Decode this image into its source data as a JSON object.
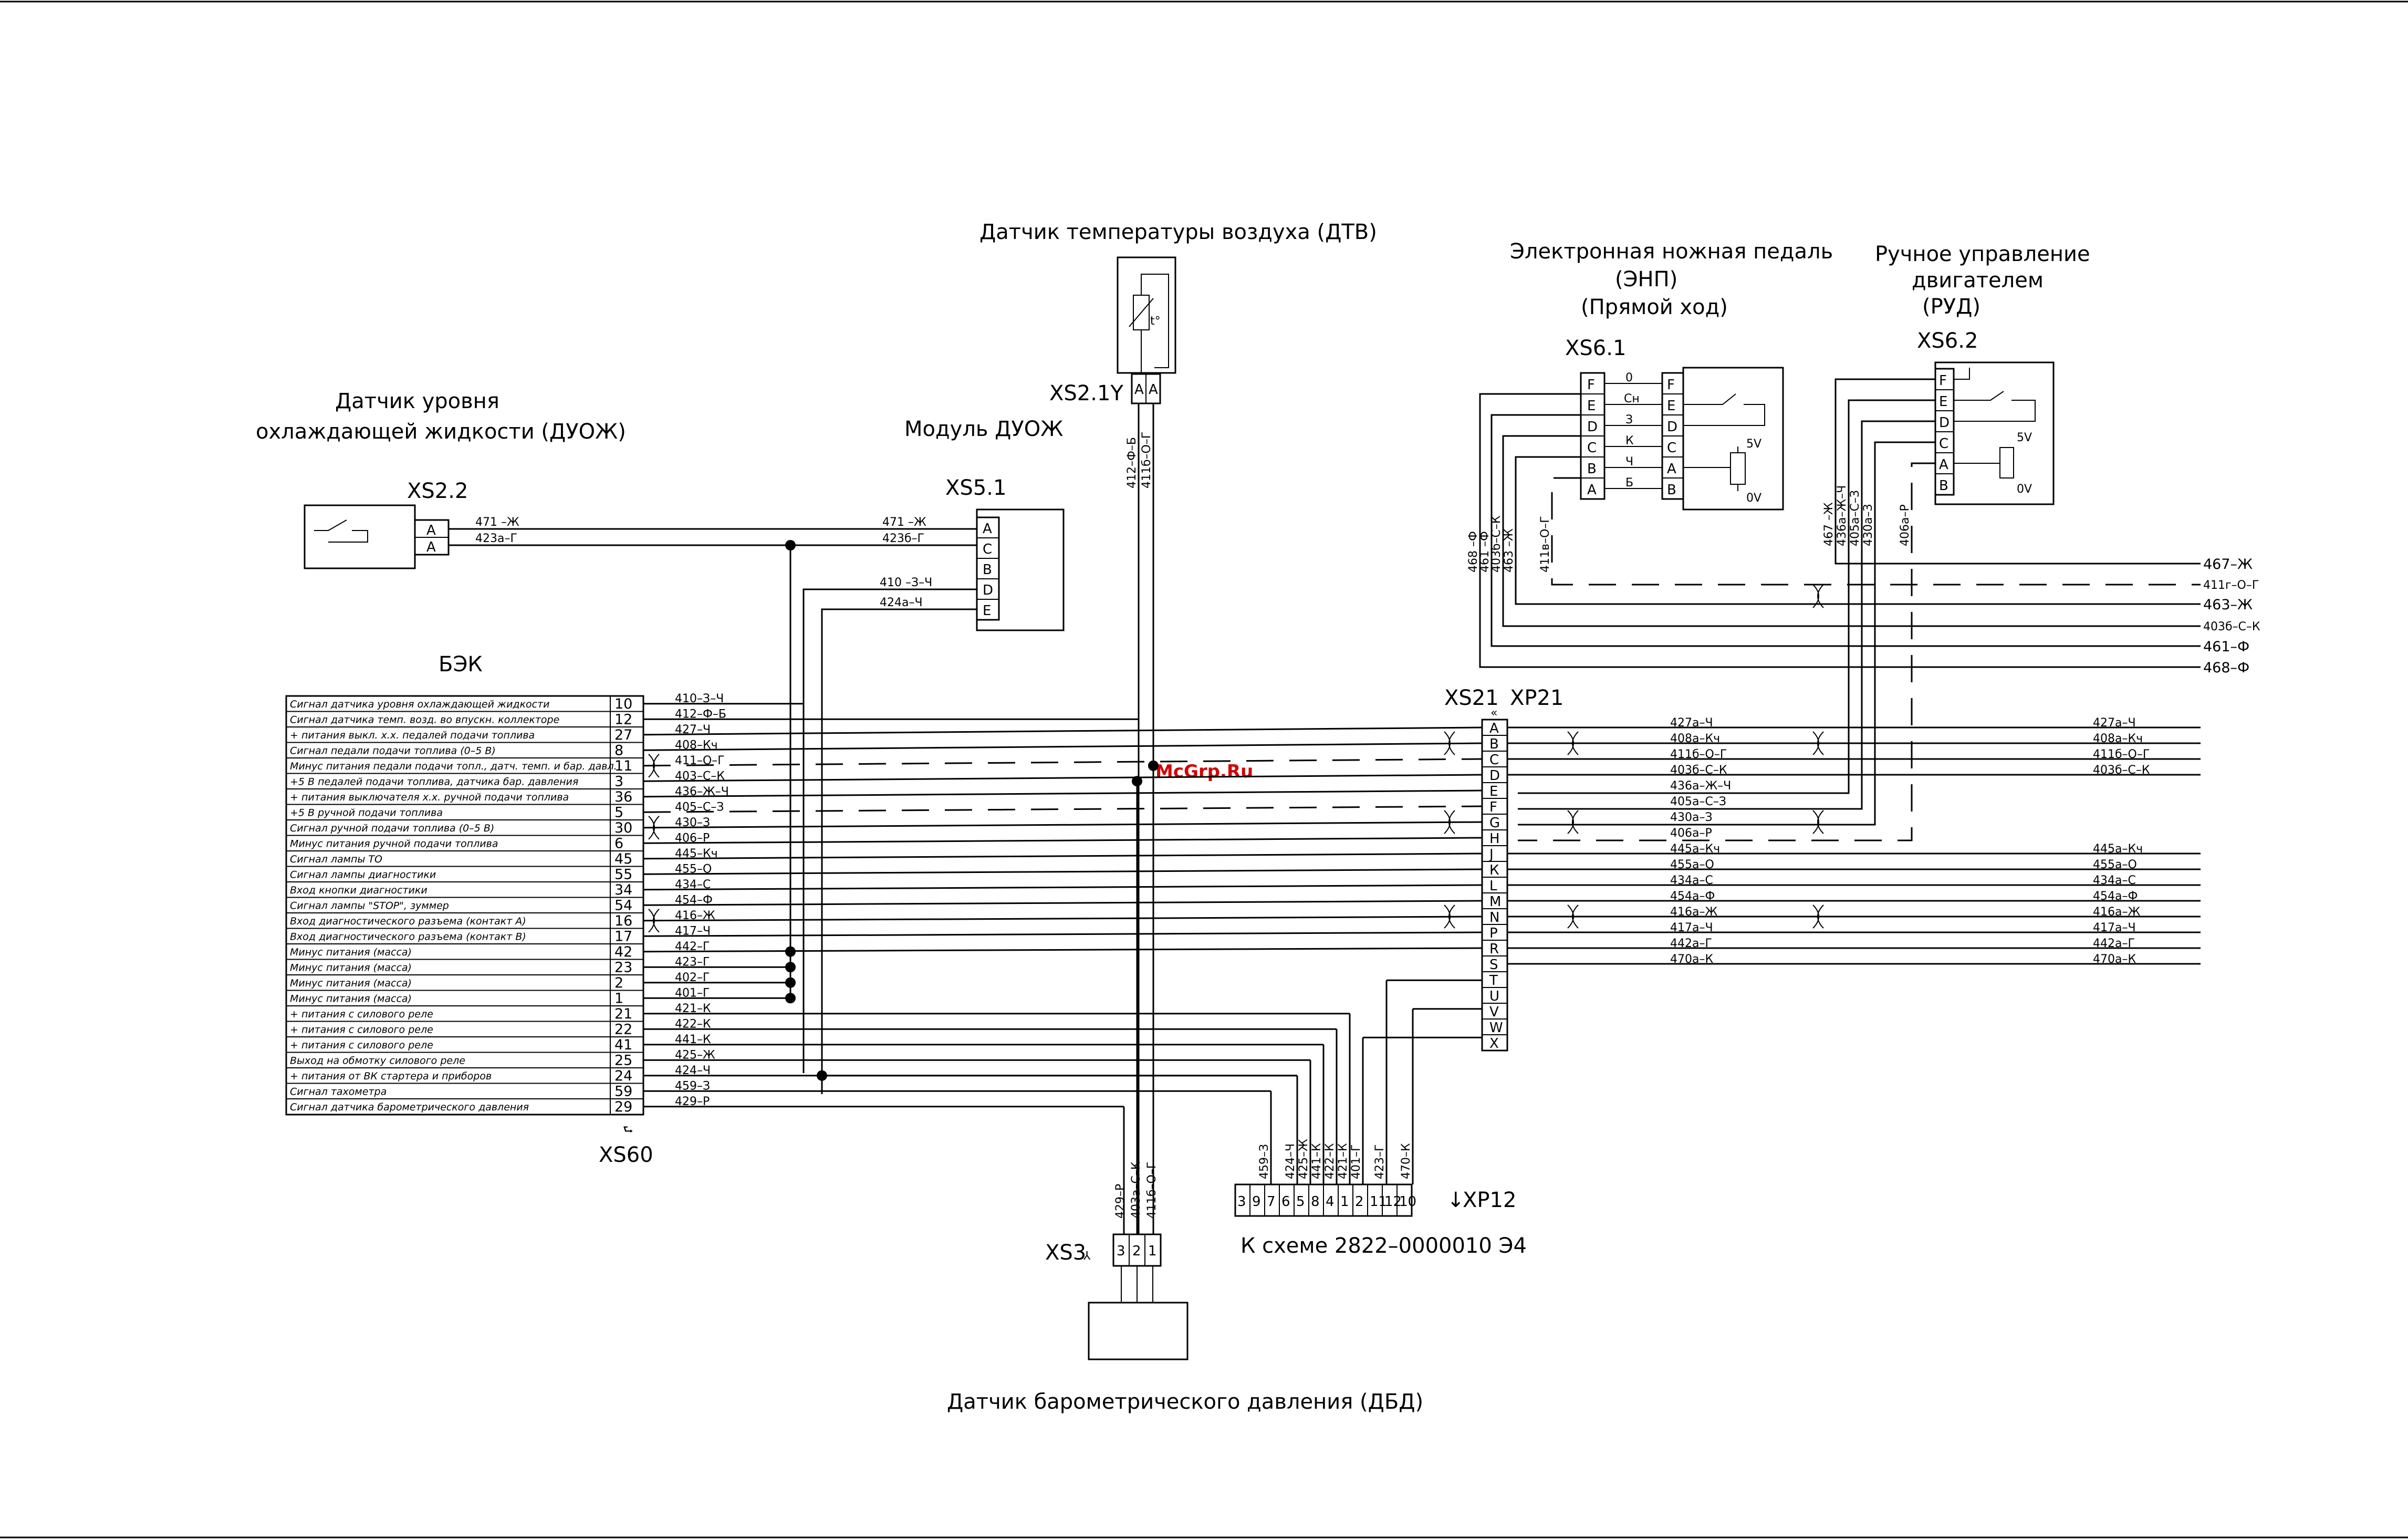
{
  "titles": {
    "dtv": "Датчик температуры воздуха (ДТВ)",
    "enp_1": "Электронная ножная педаль",
    "enp_2": "(ЭНП)",
    "enp_3": "(Прямой ход)",
    "rud_1": "Ручное управление",
    "rud_2": "двигателем",
    "rud_3": "(РУД)",
    "duozh_1": "Датчик уровня",
    "duozh_2": "охлаждающей жидкости (ДУОЖ)",
    "module": "Модуль ДУОЖ",
    "bek": "БЭК",
    "dbd": "Датчик барометрического давления (ДБД)",
    "scheme_ref": "К схеме 2822–0000010 Э4",
    "watermark": "McGrp.Ru"
  },
  "connectors": {
    "xs2_2": "XS2.2",
    "xs2_1y": "XS2.1Y",
    "xs5_1": "XS5.1",
    "xs6_1": "XS6.1",
    "xs6_2": "XS6.2",
    "xs21": "XS21",
    "xp21": "XP21",
    "xs60": "XS60",
    "xs3": "XS3",
    "xp12": "XP12"
  },
  "dtv": {
    "pins": [
      "А",
      "А"
    ],
    "sensor": "t°",
    "wires": [
      "412–Ф–Б",
      "411б–О–Г"
    ]
  },
  "duozh": {
    "pins": [
      "А",
      "А"
    ],
    "wires": [
      "471 –Ж",
      "423а–Г"
    ]
  },
  "module_duozh": {
    "pins": [
      "А",
      "С",
      "В",
      "D",
      "Е"
    ],
    "wires": [
      "471 –Ж",
      "423б–Г",
      "410 –З–Ч",
      "424а–Ч"
    ]
  },
  "enp": {
    "pins_left": [
      "F",
      "Е",
      "D",
      "С",
      "В",
      "А"
    ],
    "pins_right": [
      "F",
      "Е",
      "D",
      "С",
      "А",
      "В"
    ],
    "pin_labels": [
      "0",
      "Сн",
      "З",
      "К",
      "Ч",
      "Б"
    ],
    "vcc": "5V",
    "gnd": "0V",
    "wires": [
      "468 –Ф",
      "461 –Ф",
      "403б–С–К",
      "463 –Ж",
      "411в–О–Г"
    ]
  },
  "rud": {
    "pins": [
      "F",
      "Е",
      "D",
      "С",
      "А",
      "В"
    ],
    "vcc": "5V",
    "gnd": "0V",
    "wires": [
      "467 –Ж",
      "436а–Ж–Ч",
      "405а–С–З",
      "430а–З",
      "406а–Р"
    ]
  },
  "right_wires": [
    "467–Ж",
    "411г–О–Г",
    "463–Ж",
    "403б–С–К",
    "461–Ф",
    "468–Ф"
  ],
  "bek_rows": [
    {
      "desc": "Сигнал датчика уровня охлаждающей жидкости",
      "pin": "10",
      "wire": "410–З–Ч"
    },
    {
      "desc": "Сигнал датчика темп. возд. во впускн. коллекторе",
      "pin": "12",
      "wire": "412–Ф–Б"
    },
    {
      "desc": "+ питания выкл. х.х. педалей подачи топлива",
      "pin": "27",
      "wire": "427–Ч"
    },
    {
      "desc": "Сигнал педали подачи топлива (0–5 В)",
      "pin": "8",
      "wire": "408–Кч"
    },
    {
      "desc": "Минус питания педали подачи топл., датч. темп. и бар. давл.",
      "pin": "11",
      "wire": "411–О–Г"
    },
    {
      "desc": "+5 В педалей подачи топлива, датчика бар. давления",
      "pin": "3",
      "wire": "403–С–К"
    },
    {
      "desc": "+ питания выключателя х.х. ручной подачи топлива",
      "pin": "36",
      "wire": "436–Ж–Ч"
    },
    {
      "desc": "+5 В ручной подачи топлива",
      "pin": "5",
      "wire": "405–С–З"
    },
    {
      "desc": "Сигнал ручной подачи топлива (0–5 В)",
      "pin": "30",
      "wire": "430–З"
    },
    {
      "desc": "Минус питания ручной подачи топлива",
      "pin": "6",
      "wire": "406–Р"
    },
    {
      "desc": "Сигнал лампы ТО",
      "pin": "45",
      "wire": "445–Кч"
    },
    {
      "desc": "Сигнал лампы диагностики",
      "pin": "55",
      "wire": "455–О"
    },
    {
      "desc": "Вход кнопки диагностики",
      "pin": "34",
      "wire": "434–С"
    },
    {
      "desc": "Сигнал лампы \"STOP\", зуммер",
      "pin": "54",
      "wire": "454–Ф"
    },
    {
      "desc": "Вход диагностического разъема (контакт А)",
      "pin": "16",
      "wire": "416–Ж"
    },
    {
      "desc": "Вход диагностического разъема (контакт В)",
      "pin": "17",
      "wire": "417–Ч"
    },
    {
      "desc": "Минус питания (масса)",
      "pin": "42",
      "wire": "442–Г"
    },
    {
      "desc": "Минус питания (масса)",
      "pin": "23",
      "wire": "423–Г"
    },
    {
      "desc": "Минус питания (масса)",
      "pin": "2",
      "wire": "402–Г"
    },
    {
      "desc": "Минус питания (масса)",
      "pin": "1",
      "wire": "401–Г"
    },
    {
      "desc": "+ питания с силового реле",
      "pin": "21",
      "wire": "421–К"
    },
    {
      "desc": "+ питания с силового реле",
      "pin": "22",
      "wire": "422–К"
    },
    {
      "desc": "+ питания с силового реле",
      "pin": "41",
      "wire": "441–К"
    },
    {
      "desc": "Выход на обмотку силового реле",
      "pin": "25",
      "wire": "425–Ж"
    },
    {
      "desc": "+ питания от ВК стартера и приборов",
      "pin": "24",
      "wire": "424–Ч"
    },
    {
      "desc": "Сигнал тахометра",
      "pin": "59",
      "wire": "459–З"
    },
    {
      "desc": "Сигнал датчика барометрического давления",
      "pin": "29",
      "wire": "429–Р"
    }
  ],
  "xs21_pins": [
    "А",
    "В",
    "С",
    "D",
    "Е",
    "F",
    "G",
    "Н",
    "J",
    "К",
    "L",
    "М",
    "N",
    "Р",
    "R",
    "S",
    "Т",
    "U",
    "V",
    "W",
    "Х"
  ],
  "xs21_wires": [
    {
      "pin": "А",
      "wire": "427а–Ч",
      "out": "427а–Ч"
    },
    {
      "pin": "В",
      "wire": "408а–Кч",
      "out": "408а–Кч"
    },
    {
      "pin": "С",
      "wire": "411б–О–Г",
      "out": "411б–О–Г"
    },
    {
      "pin": "D",
      "wire": "403б–С–К",
      "out": "403б–С–К"
    },
    {
      "pin": "Е",
      "wire": "436а–Ж–Ч",
      "out": ""
    },
    {
      "pin": "F",
      "wire": "405а–С–З",
      "out": ""
    },
    {
      "pin": "G",
      "wire": "430а–З",
      "out": ""
    },
    {
      "pin": "Н",
      "wire": "406а–Р",
      "out": ""
    },
    {
      "pin": "J",
      "wire": "445а–Кч",
      "out": "445а–Кч"
    },
    {
      "pin": "К",
      "wire": "455а–О",
      "out": "455а–О"
    },
    {
      "pin": "L",
      "wire": "434а–С",
      "out": "434а–С"
    },
    {
      "pin": "М",
      "wire": "454а–Ф",
      "out": "454а–Ф"
    },
    {
      "pin": "N",
      "wire": "416а–Ж",
      "out": "416а–Ж"
    },
    {
      "pin": "Р",
      "wire": "417а–Ч",
      "out": "417а–Ч"
    },
    {
      "pin": "R",
      "wire": "442а–Г",
      "out": "442а–Г"
    },
    {
      "pin": "S",
      "wire": "470а–К",
      "out": "470а–К"
    }
  ],
  "xp12_pins": [
    "3",
    "9",
    "7",
    "6",
    "5",
    "8",
    "4",
    "1",
    "2",
    "11",
    "12",
    "10"
  ],
  "xp12_wires": [
    "459–З",
    "424–Ч",
    "425–Ж",
    "441–К",
    "422–К",
    "421–К",
    "401–Г",
    "423–Г",
    "470–К"
  ],
  "xs3": {
    "pins": [
      "3",
      "2",
      "1"
    ],
    "wires": [
      "429–Р",
      "403а–С–К",
      "411б–О–Г"
    ]
  }
}
